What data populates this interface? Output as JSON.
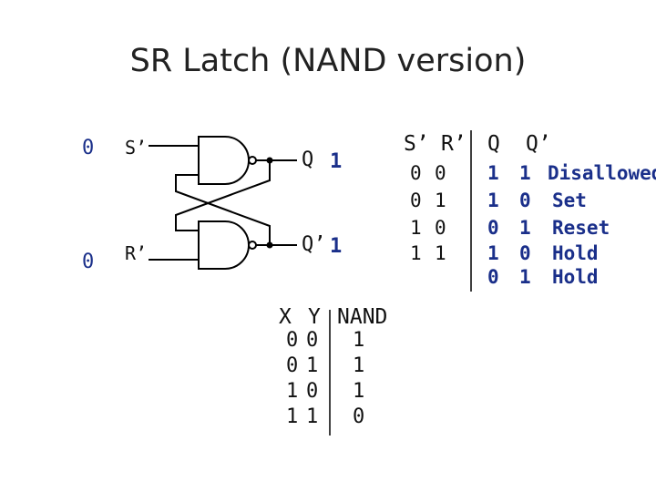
{
  "title": "SR Latch (NAND version)",
  "circuit": {
    "input_s_label": "S’",
    "input_r_label": "R’",
    "input_s_value": "0",
    "input_r_value": "0",
    "output_q_label": "Q",
    "output_qbar_label": "Q’",
    "output_q_value": "1",
    "output_qbar_value": "1"
  },
  "latch_table": {
    "headers": [
      "S’",
      "R’",
      "Q",
      "Q’"
    ],
    "rows": [
      {
        "s": "0",
        "r": "0",
        "q": "1",
        "qbar": "1",
        "note": "Disallowed"
      },
      {
        "s": "0",
        "r": "1",
        "q": "1",
        "qbar": "0",
        "note": "Set"
      },
      {
        "s": "1",
        "r": "0",
        "q": "0",
        "qbar": "1",
        "note": "Reset"
      },
      {
        "s": "1",
        "r": "1",
        "q": "1",
        "qbar": "0",
        "note": "Hold"
      },
      {
        "s": "",
        "r": "",
        "q": "0",
        "qbar": "1",
        "note": "Hold"
      }
    ]
  },
  "nand_table": {
    "headers": [
      "X",
      "Y",
      "NAND"
    ],
    "rows": [
      {
        "x": "0",
        "y": "0",
        "out": "1"
      },
      {
        "x": "0",
        "y": "1",
        "out": "1"
      },
      {
        "x": "1",
        "y": "0",
        "out": "1"
      },
      {
        "x": "1",
        "y": "1",
        "out": "0"
      }
    ]
  },
  "colors": {
    "text": "#111111",
    "accent": "#1a2f8a",
    "line": "#000000"
  }
}
